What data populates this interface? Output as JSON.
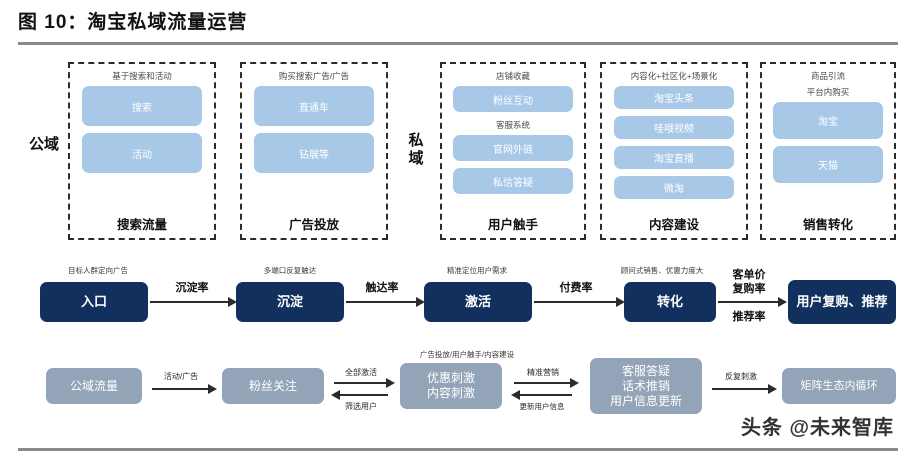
{
  "figure": {
    "title": "图 10：淘宝私域流量运营",
    "watermark": "头条 @未来智库"
  },
  "domains": {
    "public_label": "公域",
    "private_label_line1": "私",
    "private_label_line2": "域"
  },
  "groups": [
    {
      "note": "基于搜索和活动",
      "items": [
        "搜索",
        "活动"
      ],
      "caption": "搜索流量"
    },
    {
      "note": "购买搜索广告/广告",
      "items": [
        "直通车",
        "钻展等"
      ],
      "caption": "广告投放"
    },
    {
      "note": "店铺收藏",
      "note2": "客服系统",
      "items": [
        "粉丝互动",
        "官网外链",
        "私信答疑"
      ],
      "caption": "用户触手"
    },
    {
      "note": "内容化+社区化+场景化",
      "items": [
        "淘宝头条",
        "哇哦视频",
        "淘宝直播",
        "微淘"
      ],
      "caption": "内容建设"
    },
    {
      "note": "商品引流",
      "note2": "平台内购买",
      "items": [
        "淘宝",
        "天猫"
      ],
      "caption": "销售转化"
    }
  ],
  "flow": {
    "nodes": [
      {
        "note": "目标人群定向广告",
        "label": "入口"
      },
      {
        "note": "多端口反复触达",
        "label": "沉淀"
      },
      {
        "note": "精准定位用户需求",
        "label": "激活"
      },
      {
        "note": "顾问式销售、优惠力度大",
        "label": "转化"
      },
      {
        "note": "",
        "label": "用户复购、推荐"
      }
    ],
    "arrows": [
      {
        "label": "沉淀率"
      },
      {
        "label": "触达率"
      },
      {
        "label": "付费率"
      },
      {
        "label_top1": "客单价",
        "label_top2": "复购率",
        "label_bottom": "推荐率"
      }
    ]
  },
  "bottom": {
    "nodes": [
      {
        "label": "公域流量"
      },
      {
        "label": "粉丝关注"
      },
      {
        "note": "广告投放/用户触手/内容建设",
        "label_line1": "优惠刺激",
        "label_line2": "内容刺激"
      },
      {
        "label_line1": "客服答疑",
        "label_line2": "话术推销",
        "label_line3": "用户信息更新"
      },
      {
        "label": "矩阵生态内循环"
      }
    ],
    "arrows": [
      {
        "label": "活动/广告"
      },
      {
        "label_top": "全部激活",
        "label_bottom": "筛选用户"
      },
      {
        "label_top": "精准营销",
        "label_bottom": "更新用户信息"
      },
      {
        "label": "反复刺激"
      }
    ]
  },
  "colors": {
    "navy": "#12305e",
    "light_blue": "#a8c8e8",
    "gray_blue": "#93a4b8",
    "rule": "#8a8a8a"
  }
}
